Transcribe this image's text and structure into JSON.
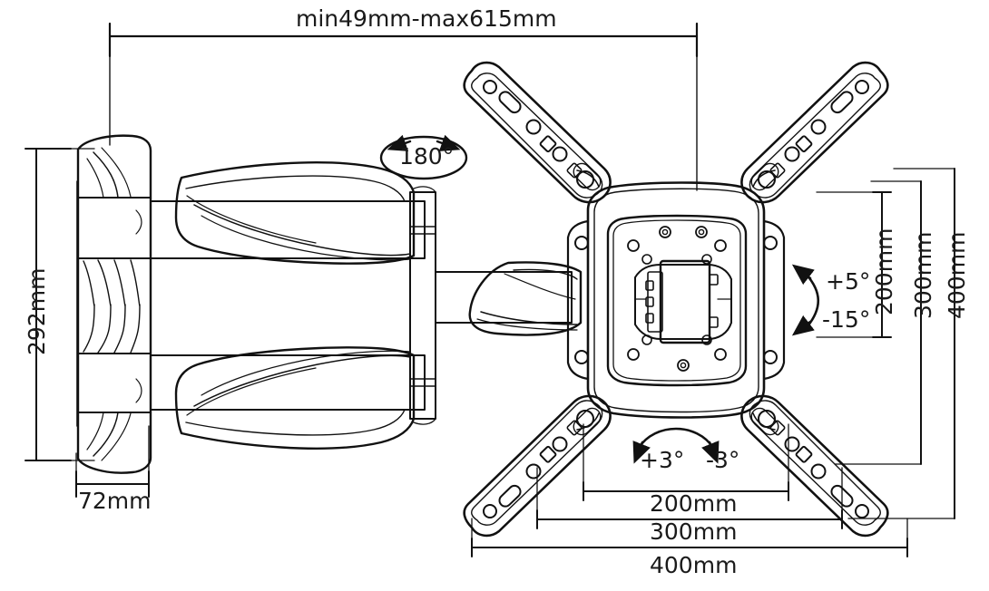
{
  "diagram": {
    "title": "TV wall mount bracket technical drawing",
    "type": "full-motion articulating tv wall mount dimensional drawing",
    "view": "top view of articulating arm (left) and front view of VESA plate with four arms (right)",
    "line_color": "#111111",
    "background_color": "#ffffff",
    "text_color": "#1a1a1a"
  },
  "dimensions": {
    "extension_top": {
      "label": "min49mm-max615mm",
      "min_mm": 49,
      "max_mm": 615,
      "orientation": "horizontal",
      "position": "top"
    },
    "height_left": {
      "label": "292mm",
      "value_mm": 292,
      "orientation": "vertical",
      "position": "left"
    },
    "depth_bottom_left": {
      "label": "72mm",
      "value_mm": 72,
      "orientation": "horizontal",
      "position": "bottom-left"
    },
    "vesa_vertical": [
      {
        "label": "200mm",
        "value_mm": 200,
        "order": 1
      },
      {
        "label": "300mm",
        "value_mm": 300,
        "order": 2
      },
      {
        "label": "400mm",
        "value_mm": 400,
        "order": 3
      }
    ],
    "vesa_horizontal": [
      {
        "label": "200mm",
        "value_mm": 200,
        "order": 1
      },
      {
        "label": "300mm",
        "value_mm": 300,
        "order": 2
      },
      {
        "label": "400mm",
        "value_mm": 400,
        "order": 3
      }
    ]
  },
  "angles": {
    "swivel": {
      "label": "180°",
      "value": "180°",
      "icon": "rotation-ellipse-double-arrow",
      "position": "center-left"
    },
    "tilt_up": {
      "label": "+5°",
      "value": "+5°",
      "position": "right"
    },
    "tilt_down": {
      "label": "-15°",
      "value": "-15°",
      "position": "right"
    },
    "rotate_cw": {
      "label": "+3°",
      "value": "+3°",
      "position": "bottom-center"
    },
    "rotate_ccw": {
      "label": "-3°",
      "value": "-3°",
      "position": "bottom-center"
    }
  }
}
